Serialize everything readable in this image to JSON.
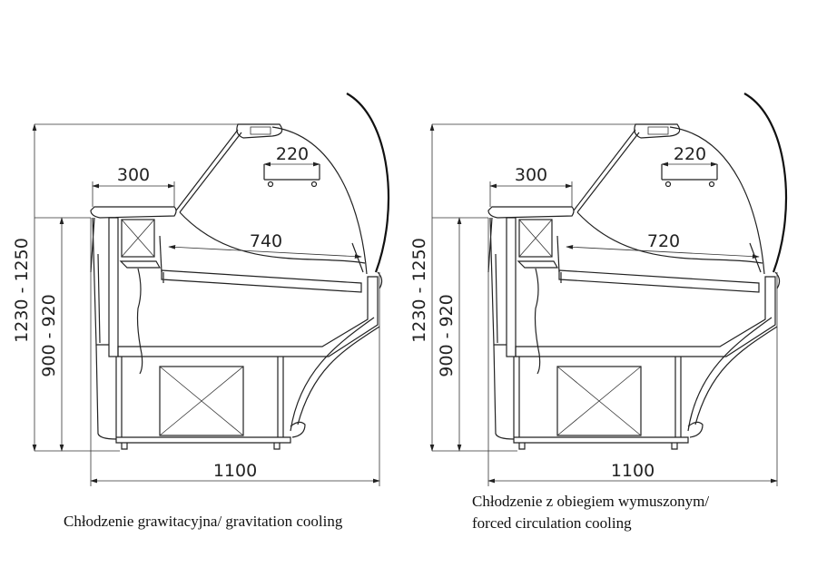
{
  "drawings": [
    {
      "height_total": "1230 - 1250",
      "height_counter": "900 - 920",
      "width": "1100",
      "shelf_depth": "300",
      "cart_width": "220",
      "display_depth": "740",
      "caption_line1": "Chłodzenie grawitacyjna/ gravitation cooling",
      "caption_line2": ""
    },
    {
      "height_total": "1230 - 1250",
      "height_counter": "900 - 920",
      "width": "1100",
      "shelf_depth": "300",
      "cart_width": "220",
      "display_depth": "720",
      "caption_line1": "Chłodzenie z obiegiem wymuszonym/",
      "caption_line2": "forced circulation cooling"
    }
  ]
}
